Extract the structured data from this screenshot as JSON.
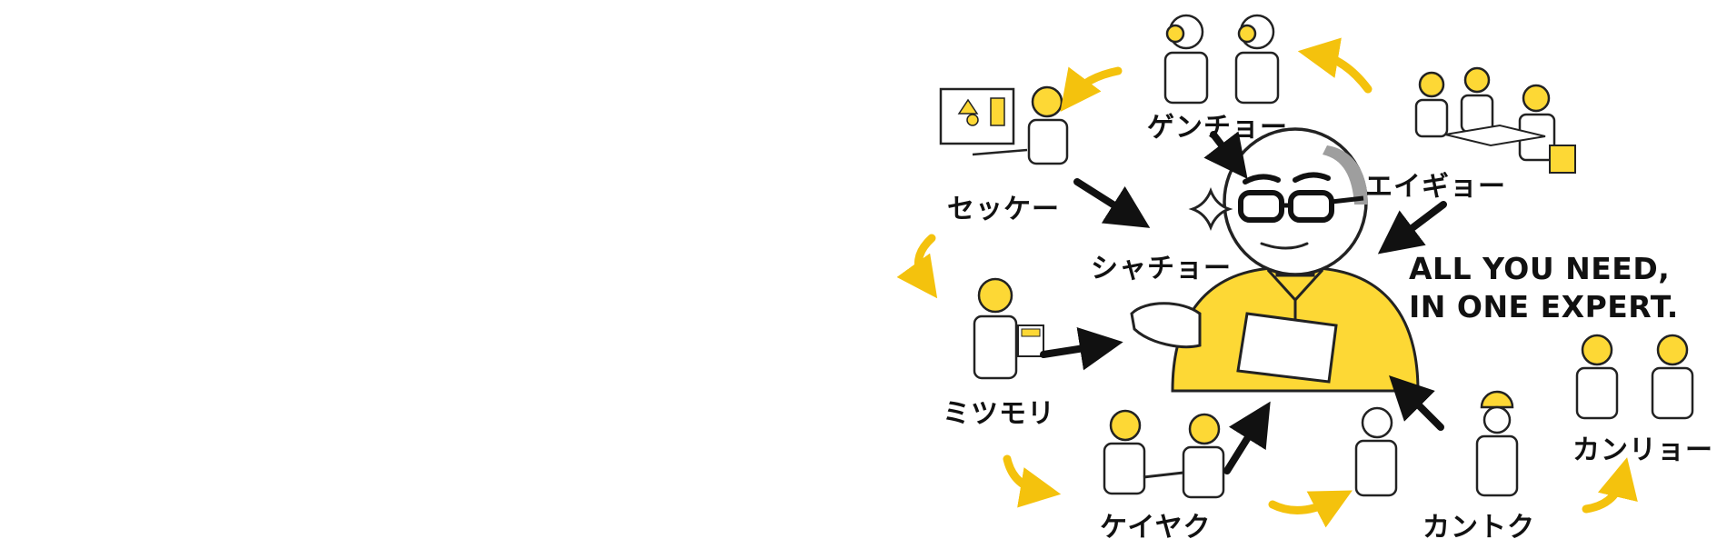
{
  "colors": {
    "accent": "#FDD835",
    "ink": "#111111",
    "line": "#222222"
  },
  "tagline": {
    "line1": "ALL YOU NEED,",
    "line2": "IN ONE EXPERT."
  },
  "roles": {
    "center": "シャチョー",
    "survey": "ゲンチョー",
    "sales": "エイギョー",
    "design": "セッケー",
    "estimate": "ミツモリ",
    "contract": "ケイヤク",
    "supervision": "カントク",
    "management": "カンリョー"
  }
}
